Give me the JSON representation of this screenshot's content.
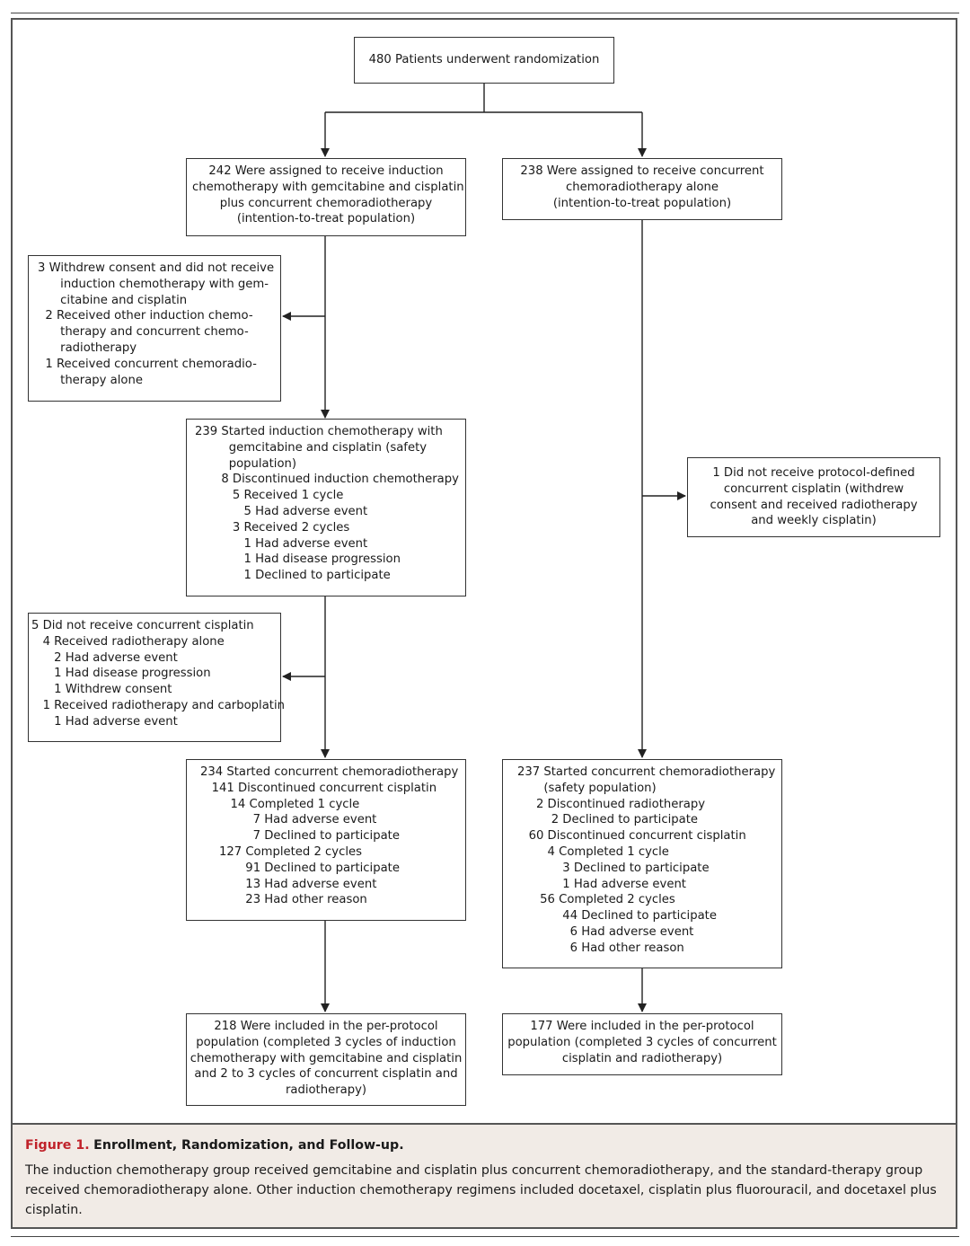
{
  "boxes": {
    "randomized": [
      "480 Patients underwent randomization"
    ],
    "induction_assigned": [
      "242 Were assigned to receive induction",
      "chemotherapy with gemcitabine and cisplatin",
      "plus concurrent chemoradiotherapy",
      "(intention-to-treat population)"
    ],
    "concurrent_assigned": [
      "238 Were assigned to receive concurrent",
      "chemoradiotherapy alone",
      "(intention-to-treat population)"
    ],
    "induction_excluded": [
      "3 Withdrew consent and did not receive",
      "      induction chemotherapy with gem-",
      "      citabine and cisplatin",
      "  2 Received other induction chemo-",
      "      therapy and concurrent chemo-",
      "      radiotherapy",
      "  1 Received concurrent chemoradio-",
      "      therapy alone"
    ],
    "induction_started": [
      "239 Started induction chemotherapy with",
      "         gemcitabine and cisplatin (safety",
      "         population)",
      "       8 Discontinued induction chemotherapy",
      "          5 Received 1 cycle",
      "             5 Had adverse event",
      "          3 Received 2 cycles",
      "             1 Had adverse event",
      "             1 Had disease progression",
      "             1 Declined to participate"
    ],
    "concurrent_excluded": [
      "1 Did not receive protocol-defined",
      "concurrent cisplatin (withdrew",
      "consent and received radiotherapy",
      "and weekly cisplatin)"
    ],
    "no_cisplatin": [
      "5 Did not receive concurrent cisplatin",
      "   4 Received radiotherapy alone",
      "      2 Had adverse event",
      "      1 Had disease progression",
      "      1 Withdrew consent",
      "   1 Received radiotherapy and carboplatin",
      "      1 Had adverse event"
    ],
    "induction_crt": [
      "234 Started concurrent chemoradiotherapy",
      "   141 Discontinued concurrent cisplatin",
      "        14 Completed 1 cycle",
      "              7 Had adverse event",
      "              7 Declined to participate",
      "     127 Completed 2 cycles",
      "            91 Declined to participate",
      "            13 Had adverse event",
      "            23 Had other reason"
    ],
    "standard_crt": [
      "237 Started concurrent chemoradiotherapy",
      "       (safety population)",
      "     2 Discontinued radiotherapy",
      "         2 Declined to participate",
      "   60 Discontinued concurrent cisplatin",
      "        4 Completed 1 cycle",
      "            3 Declined to participate",
      "            1 Had adverse event",
      "      56 Completed 2 cycles",
      "            44 Declined to participate",
      "              6 Had adverse event",
      "              6 Had other reason"
    ],
    "induction_pp": [
      "218 Were included in the per-protocol",
      "population (completed 3 cycles of induction",
      "chemotherapy with gemcitabine and cisplatin",
      "and 2 to 3 cycles of concurrent cisplatin and",
      "radiotherapy)"
    ],
    "standard_pp": [
      "177 Were included in the per-protocol",
      "population (completed 3 cycles of concurrent",
      "cisplatin and radiotherapy)"
    ]
  },
  "caption": {
    "label": "Figure 1.",
    "title": "Enrollment, Randomization, and Follow-up.",
    "text": "The induction chemotherapy group received gemcitabine and cisplatin plus concurrent chemoradiotherapy, and the standard-therapy group received chemoradiotherapy alone. Other induction chemotherapy regimens included docetaxel, cisplatin plus fluorouracil, and docetaxel plus cisplatin."
  },
  "colors": {
    "figure_label": "#c0222a",
    "caption_bg": "#f1ebe6"
  }
}
